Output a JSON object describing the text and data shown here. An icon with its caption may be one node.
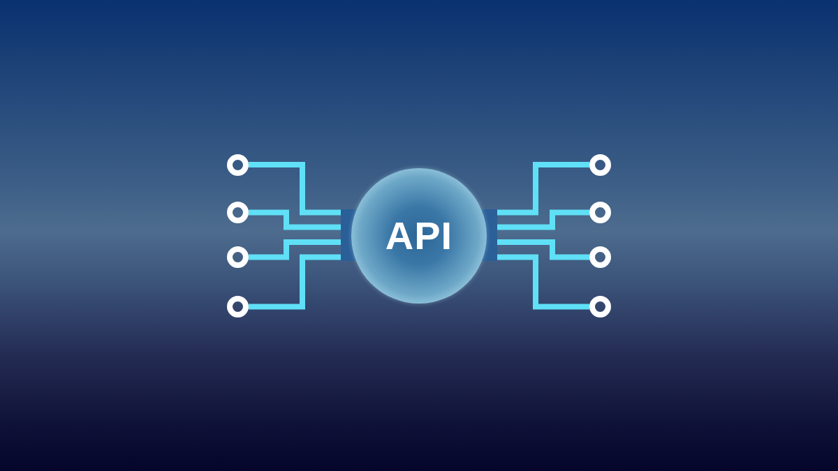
{
  "diagram": {
    "nodes": [
      {
        "text": [
          "API"
        ]
      },
      {
        "text": [],
        "shape": "bar"
      },
      {
        "text": [],
        "shape": "bar"
      },
      {
        "text": [],
        "shape": "circle"
      },
      {
        "text": [],
        "shape": "circle"
      },
      {
        "text": [],
        "shape": "circle"
      },
      {
        "text": [],
        "shape": "circle"
      },
      {
        "text": [],
        "shape": "circle"
      },
      {
        "text": [],
        "shape": "circle"
      },
      {
        "text": [],
        "shape": "circle"
      },
      {
        "text": [],
        "shape": "circle"
      }
    ],
    "edges": [
      {
        "from": 3,
        "to": 1,
        "arrow": "none"
      },
      {
        "from": 4,
        "to": 1,
        "arrow": "none"
      },
      {
        "from": 5,
        "to": 1,
        "arrow": "none"
      },
      {
        "from": 6,
        "to": 1,
        "arrow": "none"
      },
      {
        "from": 7,
        "to": 2,
        "arrow": "none"
      },
      {
        "from": 8,
        "to": 2,
        "arrow": "none"
      },
      {
        "from": 9,
        "to": 2,
        "arrow": "none"
      },
      {
        "from": 10,
        "to": 2,
        "arrow": "none"
      }
    ]
  }
}
